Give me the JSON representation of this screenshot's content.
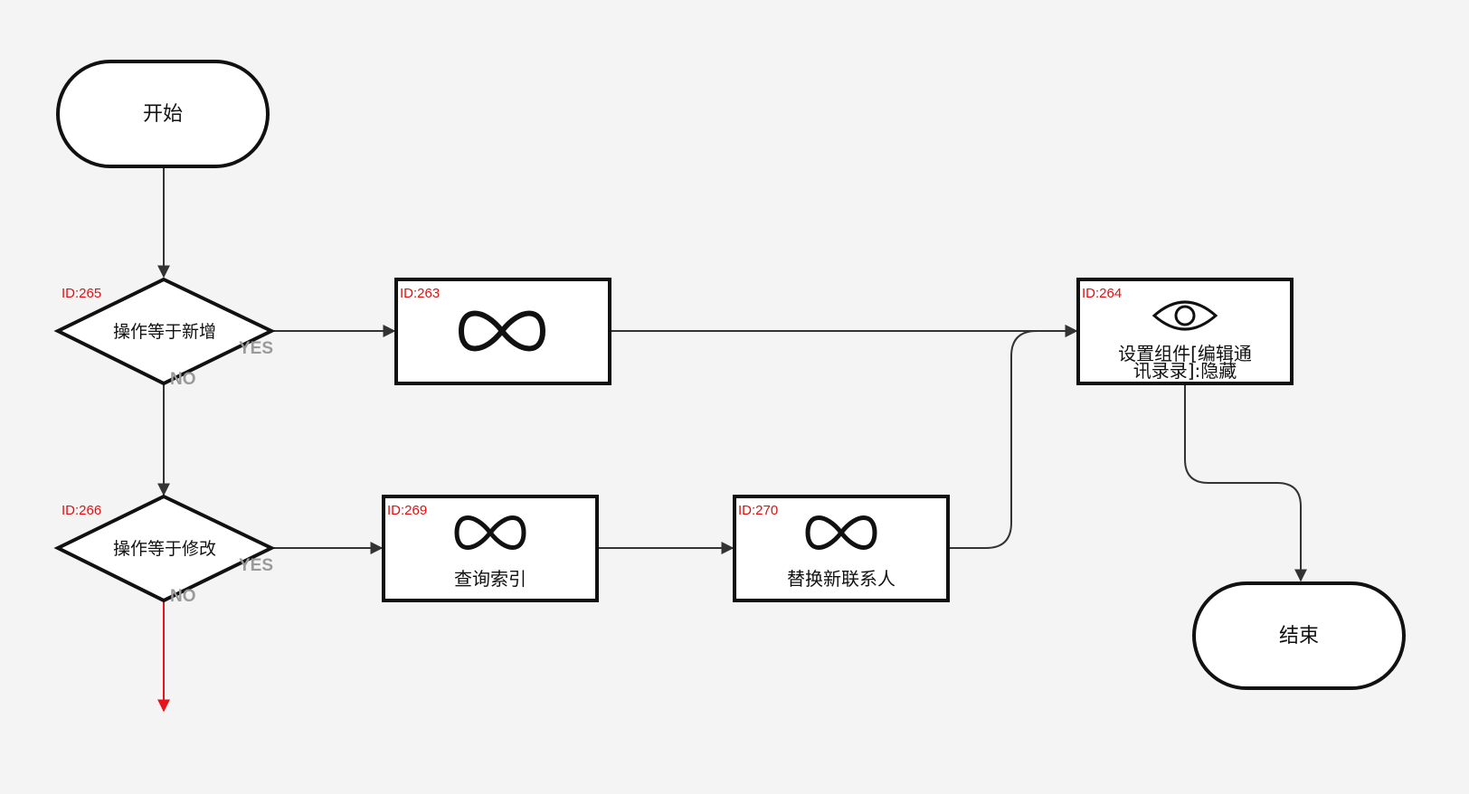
{
  "nodes": {
    "start": {
      "label": "开始"
    },
    "end": {
      "label": "结束"
    },
    "n265": {
      "id_label": "ID:265",
      "label": "操作等于新增",
      "yes": "YES",
      "no": "NO"
    },
    "n266": {
      "id_label": "ID:266",
      "label": "操作等于修改",
      "yes": "YES",
      "no": "NO"
    },
    "n263": {
      "id_label": "ID:263",
      "icon": "infinity-icon"
    },
    "n269": {
      "id_label": "ID:269",
      "icon": "infinity-icon",
      "label": "查询索引"
    },
    "n270": {
      "id_label": "ID:270",
      "icon": "infinity-icon",
      "label": "替换新联系人"
    },
    "n264": {
      "id_label": "ID:264",
      "icon": "eye-icon",
      "label_line1": "设置组件[编辑通",
      "label_line2": "讯录录]:隐藏"
    }
  },
  "colors": {
    "id_label": "#e01010",
    "open_edge": "#e8121b",
    "edge": "#333333",
    "border": "#111111"
  }
}
